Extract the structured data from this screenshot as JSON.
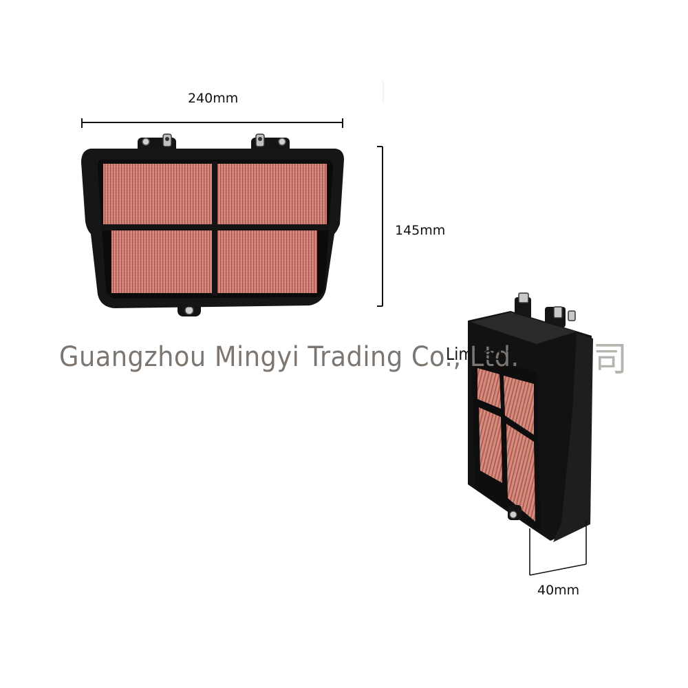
{
  "dimensions": {
    "width": "240mm",
    "height": "145mm",
    "depth": "40mm"
  },
  "watermark": {
    "company": "Guangzhou Mingyi Trading Co., Ltd.",
    "notice": "Limited to public",
    "glyph": "司"
  },
  "colors": {
    "frame": "#141414",
    "filter_media": "#d9877a",
    "filter_media_dark": "#a8564c",
    "watermark": "#7d7670"
  }
}
